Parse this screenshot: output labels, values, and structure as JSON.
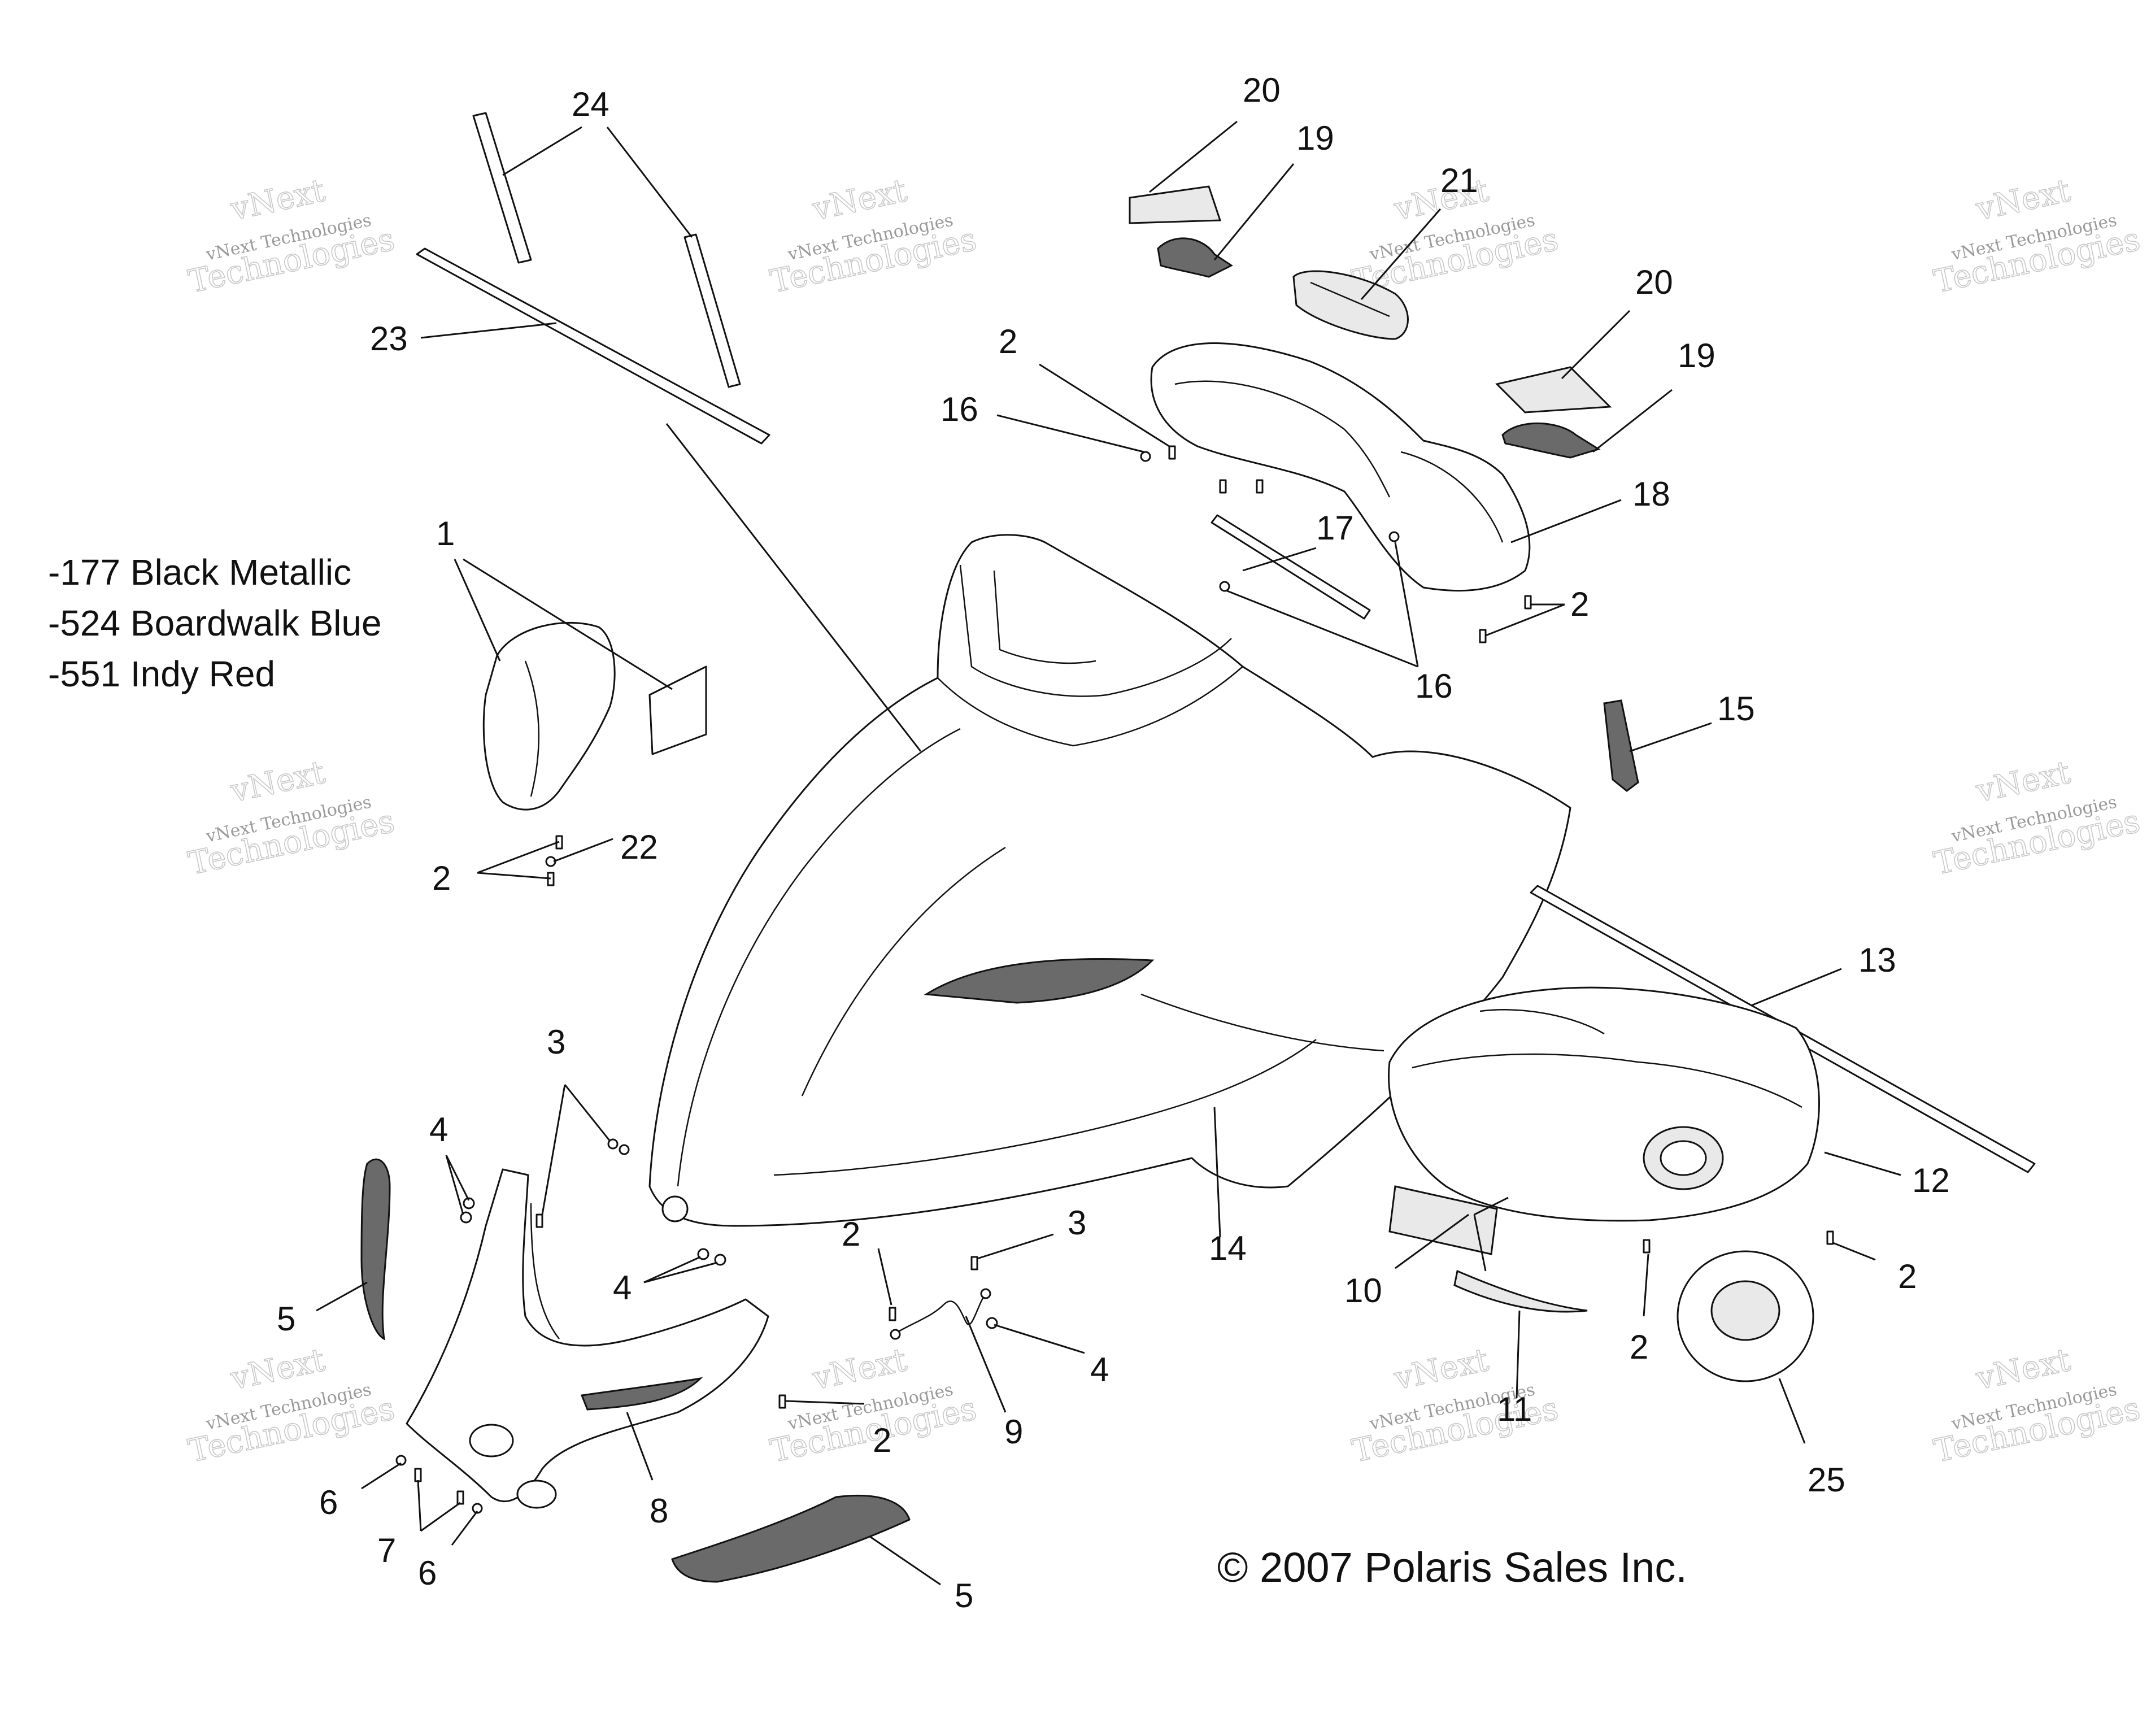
{
  "legend": {
    "lines": [
      "-177 Black Metallic",
      "-524 Boardwalk Blue",
      "-551 Indy Red"
    ]
  },
  "copyright": "© 2007 Polaris Sales Inc.",
  "watermark": {
    "line1": "vNext Technologies",
    "line2": "vNext",
    "line3": "Technologies"
  },
  "callouts": {
    "c24": "24",
    "c23": "23",
    "c20a": "20",
    "c19a": "19",
    "c21": "21",
    "c20b": "20",
    "c19b": "19",
    "c2a": "2",
    "c16a": "16",
    "c18": "18",
    "c17": "17",
    "c2b": "2",
    "c16b": "16",
    "c15": "15",
    "c1": "1",
    "c22": "22",
    "c2c": "2",
    "c13": "13",
    "c12": "12",
    "c3a": "3",
    "c4a": "4",
    "c14": "14",
    "c5a": "5",
    "c4b": "4",
    "c2d": "2",
    "c3b": "3",
    "c10": "10",
    "c2e": "2",
    "c2f": "2",
    "c4c": "4",
    "c11": "11",
    "c9": "9",
    "c2g": "2",
    "c25": "25",
    "c8": "8",
    "c6a": "6",
    "c7": "7",
    "c6b": "6",
    "c5b": "5"
  }
}
